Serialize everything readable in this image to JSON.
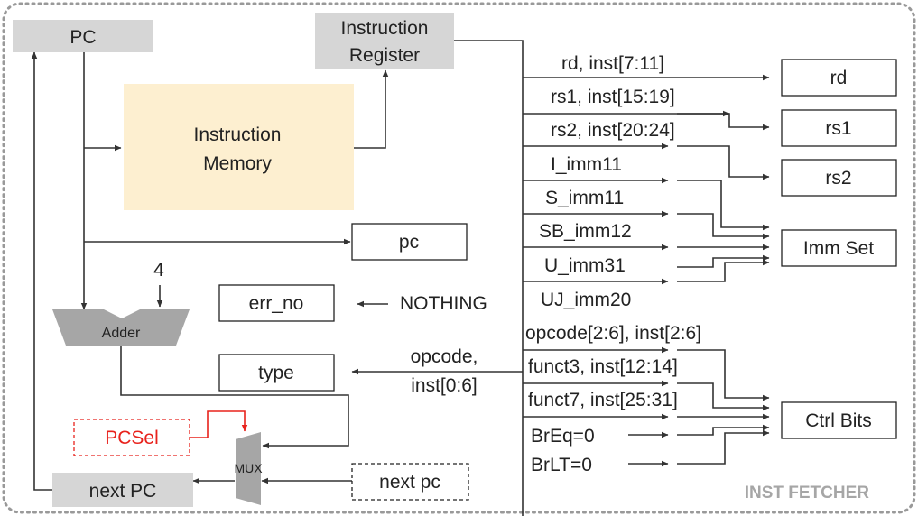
{
  "title": "INST FETCHER",
  "colors": {
    "gray_block": "#d6d6d6",
    "memory_block": "#fdefd0",
    "sel_red": "#e8221c",
    "line": "#333333",
    "title_gray": "#a6a6a6"
  },
  "blocks": {
    "pc_top": "PC",
    "instruction_register": [
      "Instruction",
      "Register"
    ],
    "instruction_memory": [
      "Instruction",
      "Memory"
    ],
    "pc_out": "pc",
    "err_no": "err_no",
    "type": "type",
    "adder": "Adder",
    "constant_four": "4",
    "pcsel": "PCSel",
    "mux": "MUX",
    "next_pc_block": "next PC",
    "next_pc_input": "next pc",
    "nothing_label": "NOTHING",
    "opcode_type_label": [
      "opcode,",
      "inst[0:6]"
    ]
  },
  "fields": [
    "rd, inst[7:11]",
    "rs1, inst[15:19]",
    "rs2, inst[20:24]",
    "I_imm11",
    "S_imm11",
    "SB_imm12",
    "U_imm31",
    "UJ_imm20",
    "opcode[2:6], inst[2:6]",
    "funct3, inst[12:14]",
    "funct7, inst[25:31]",
    "BrEq=0",
    "BrLT=0"
  ],
  "outputs": {
    "rd": "rd",
    "rs1": "rs1",
    "rs2": "rs2",
    "imm_set": "Imm Set",
    "ctrl_bits": "Ctrl Bits"
  }
}
